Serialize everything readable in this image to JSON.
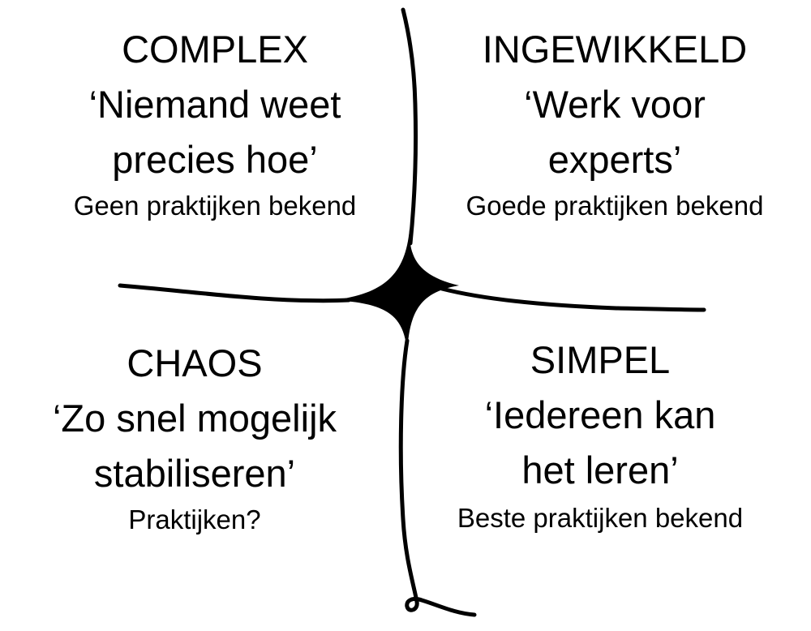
{
  "quadrants": {
    "complex": {
      "title": "COMPLEX",
      "quote": "‘Niemand weet\nprecies hoe’",
      "practices": "Geen praktijken bekend"
    },
    "ingewikkeld": {
      "title": "INGEWIKKELD",
      "quote": "‘Werk voor\nexperts’",
      "practices": "Goede praktijken bekend"
    },
    "chaos": {
      "title": "CHAOS",
      "quote": "‘Zo snel mogelijk\nstabiliseren’",
      "practices": "Praktijken?"
    },
    "simpel": {
      "title": "SIMPEL",
      "quote": "‘Iedereen kan\nhet leren’",
      "practices": "Beste praktijken bekend"
    }
  },
  "colors": {
    "ink": "#000000",
    "background": "#ffffff"
  }
}
